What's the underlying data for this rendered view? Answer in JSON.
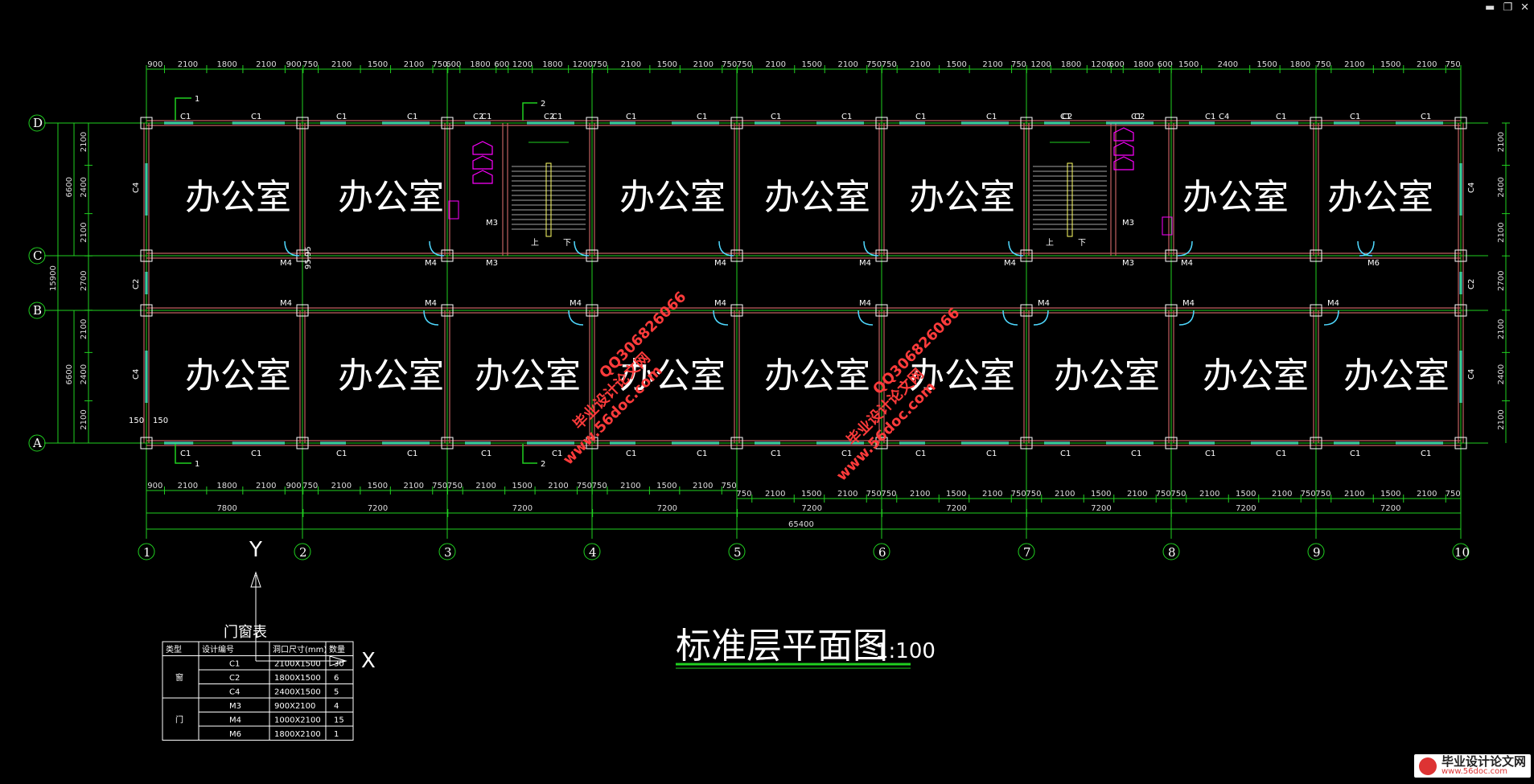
{
  "drawing": {
    "title": "标准层平面图",
    "scale": "1:100",
    "room_label": "办公室",
    "total_dim": "65400",
    "watermark_text": "毕业设计论文网",
    "watermark_url": "www.56doc.com",
    "watermark_qq": "QQ306826066",
    "axis_y": "Y",
    "axis_x": "X",
    "upper_label": "上",
    "lower_label": "下",
    "stair_dim": "95.95",
    "col_dim": "150",
    "section_1": "1",
    "section_2": "2"
  },
  "grid_cols": [
    "1",
    "2",
    "3",
    "4",
    "5",
    "6",
    "7",
    "8",
    "9",
    "10"
  ],
  "grid_rows": [
    "D",
    "C",
    "B",
    "A"
  ],
  "bay_dims": [
    "7800",
    "7200",
    "7200",
    "7200",
    "7200",
    "7200",
    "7200",
    "7200",
    "7200"
  ],
  "top_dims": [
    "900",
    "2100",
    "1800",
    "2100",
    "900",
    "750",
    "2100",
    "1500",
    "2100",
    "750",
    "600",
    "1800",
    "600",
    "1200",
    "1800",
    "1200",
    "750",
    "2100",
    "1500",
    "2100",
    "750",
    "750",
    "2100",
    "1500",
    "2100",
    "750",
    "750",
    "2100",
    "1500",
    "2100",
    "750",
    "1200",
    "1800",
    "1200",
    "600",
    "1800",
    "600",
    "1500",
    "2400",
    "1500",
    "1800",
    "750",
    "2100",
    "1500",
    "2100",
    "750"
  ],
  "bottom_dims": [
    "900",
    "2100",
    "1800",
    "2100",
    "900",
    "750",
    "2100",
    "1500",
    "2100",
    "750",
    "750",
    "2100",
    "1500",
    "2100",
    "750",
    "750",
    "2100",
    "1500",
    "2100",
    "750",
    "750",
    "2100",
    "1500",
    "2100",
    "750",
    "750",
    "2100",
    "1500",
    "2100",
    "750",
    "750",
    "2100",
    "1500",
    "2100",
    "750",
    "750",
    "2100",
    "1500",
    "2100",
    "750",
    "750",
    "2100",
    "1500",
    "2100",
    "750"
  ],
  "left_dims": {
    "outer": [
      "6600",
      "15900",
      "6600"
    ],
    "inner": [
      "2100",
      "2400",
      "2100",
      "2700",
      "2100",
      "2400",
      "2100"
    ]
  },
  "right_dims": [
    "2100",
    "2400",
    "2100",
    "2700",
    "2100",
    "2400",
    "2100"
  ],
  "labels": {
    "c1": "C1",
    "c2": "C2",
    "c4": "C4",
    "m3": "M3",
    "m4": "M4",
    "m6": "M6"
  },
  "table": {
    "caption": "门窗表",
    "headers": [
      "类型",
      "设计编号",
      "洞口尺寸(mm)",
      "数量"
    ],
    "groups": [
      {
        "type": "窗",
        "rows": [
          [
            "C1",
            "2100X1500",
            "30"
          ],
          [
            "C2",
            "1800X1500",
            "6"
          ],
          [
            "C4",
            "2400X1500",
            "5"
          ]
        ]
      },
      {
        "type": "门",
        "rows": [
          [
            "M3",
            "900X2100",
            "4"
          ],
          [
            "M4",
            "1000X2100",
            "15"
          ],
          [
            "M6",
            "1800X2100",
            "1"
          ]
        ]
      }
    ]
  },
  "window": {
    "minimize": "▬",
    "restore": "❐",
    "close": "✕"
  },
  "logo": {
    "name": "毕业设计论文网",
    "url": "www.56doc.com"
  },
  "colors": {
    "wall": "#c06060",
    "grid": "#20d020",
    "window": "#4fd9ff",
    "fixture": "#ff00ff",
    "text": "#ffffff",
    "stair": "#ffff66"
  }
}
